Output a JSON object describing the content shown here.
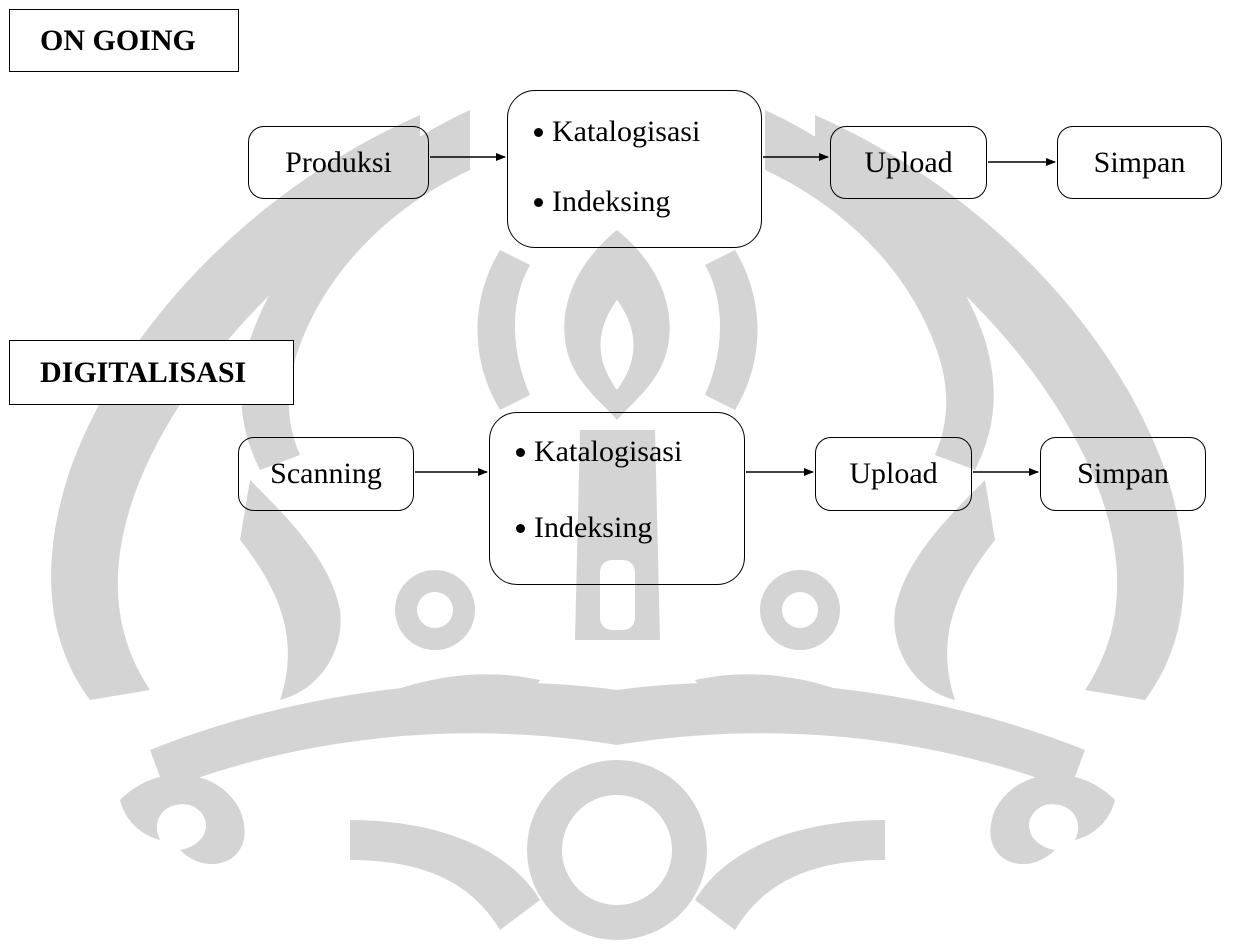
{
  "watermark": {
    "color": "#d4d4d4",
    "icon": "university-emblem-watermark"
  },
  "sections": [
    {
      "label": "ON GOING",
      "flow": [
        {
          "label": "Produksi"
        },
        {
          "items": [
            "Katalogisasi",
            "Indeksing"
          ]
        },
        {
          "label": "Upload"
        },
        {
          "label": "Simpan"
        }
      ]
    },
    {
      "label": "DIGITALISASI",
      "flow": [
        {
          "label": "Scanning"
        },
        {
          "items": [
            "Katalogisasi",
            "Indeksing"
          ]
        },
        {
          "label": "Upload"
        },
        {
          "label": "Simpan"
        }
      ]
    }
  ]
}
